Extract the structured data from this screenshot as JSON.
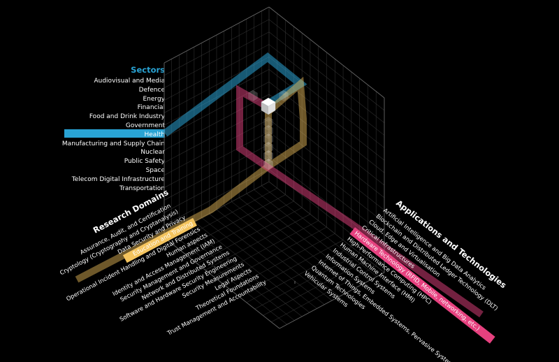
{
  "colors": {
    "background": "#000000",
    "sectors": "#29a3d4",
    "domains": "#f4c45e",
    "applications": "#e6417f",
    "grid": "#3a3a3a"
  },
  "sectors": {
    "title": "Sectors",
    "selected": "Health",
    "items": [
      "Audiovisual and Media",
      "Defence",
      "Energy",
      "Financial",
      "Food and Drink Industry",
      "Government",
      "Health",
      "Manufacturing and Supply Chain",
      "Nuclear",
      "Public Safety",
      "Space",
      "Telecom Digital Infrastructure",
      "Transportation"
    ]
  },
  "research_domains": {
    "title": "Research Domains",
    "selected": "Education and Training",
    "items": [
      "Assurance, Audit, and Certification",
      "Cryptology (Cryptography and Cryptanalysis)",
      "Data Security and Privacy",
      "Education and Training",
      "Operational Incident Handling and Digital Forensics",
      "Human aspects",
      "Identity and Access Management (IAM)",
      "Security Management and Governance",
      "Network and Distributed Systems",
      "Software and Hardware Security Engineering",
      "Security Measurements",
      "Legal Aspects",
      "Theoretical Foundations",
      "Trust Management and Accountability"
    ]
  },
  "applications": {
    "title": "Applications and Technologies",
    "selected": "Hardware Technology (RFID, Mobile, networking, etc.)",
    "items": [
      "Artificial Intelligence and Big Data Analytics",
      "Blockchain and Distributed Ledger Technology (DLT)",
      "Cloud, Edge and Virtualisation",
      "Critical Infrastructures",
      "Hardware Technology (RFID, Mobile, networking, etc.)",
      "High-Performance Computing (HPC)",
      "Human Machine Interface (HMI)",
      "Industrial Control Systems",
      "Information Systems",
      "Internet of Things, Embedded Systems, Pervasive Systems",
      "Quantum Technologies",
      "Vehicular Systems"
    ]
  }
}
